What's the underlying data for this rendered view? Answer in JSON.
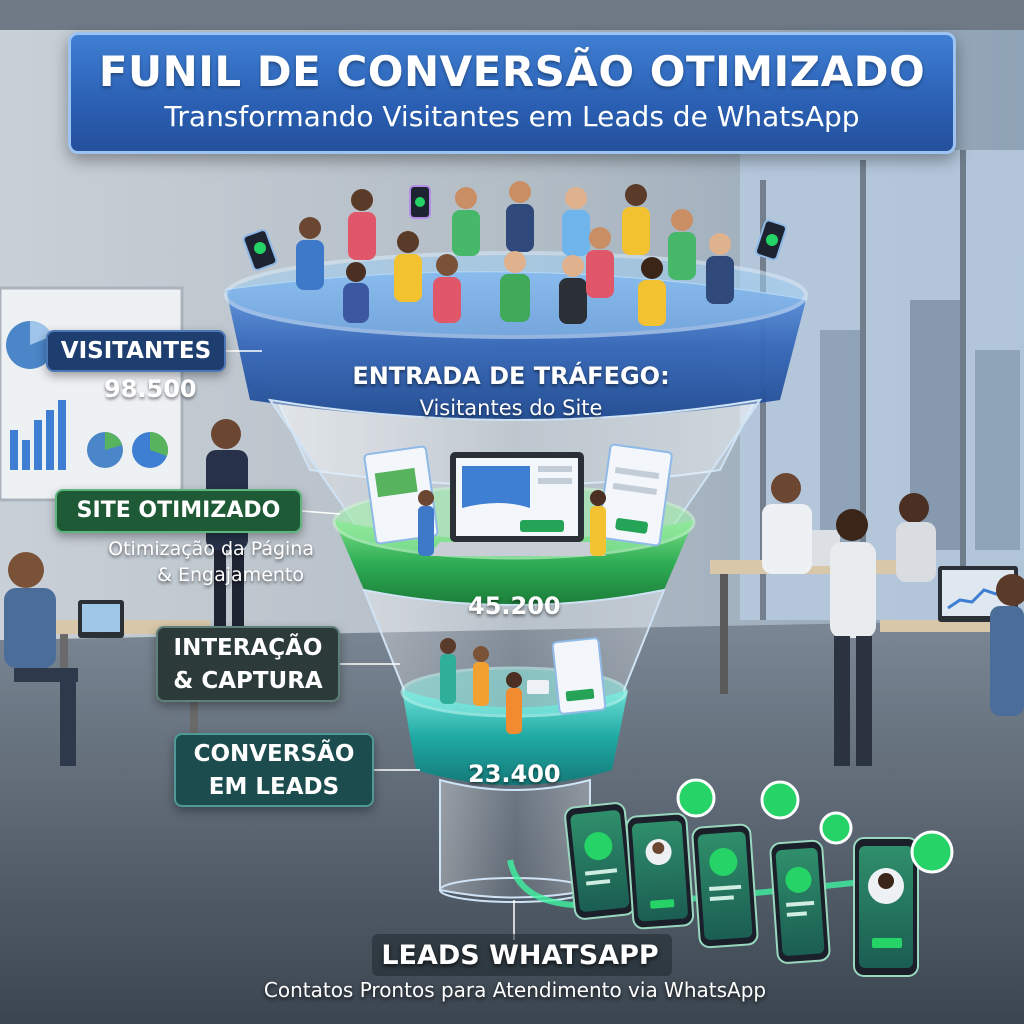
{
  "title": {
    "main": "FUNIL DE CONVERSÃO OTIMIZADO",
    "subtitle": "Transformando Visitantes em Leads de WhatsApp"
  },
  "stages": {
    "visitantes": {
      "label": "VISITANTES",
      "value": "98.500"
    },
    "entrada": {
      "title": "ENTRADA DE TRÁFEGO:",
      "subtitle": "Visitantes do Site"
    },
    "site": {
      "label": "SITE OTIMIZADO",
      "desc_line1": "Otimização da Página",
      "desc_line2": "& Engajamento",
      "value": "45.200"
    },
    "interacao": {
      "label_line1": "INTERAÇÃO",
      "label_line2": "& CAPTURA"
    },
    "conversao": {
      "label_line1": "CONVERSÃO",
      "label_line2": "EM LEADS",
      "value": "23.400"
    },
    "leads": {
      "title": "LEADS WHATSAPP",
      "subtitle": "Contatos Prontos para Atendimento via WhatsApp"
    }
  },
  "icons": [
    "whatsapp-icon",
    "laptop-icon",
    "phone-icon",
    "user-avatar-icon",
    "chart-icon"
  ],
  "colors": {
    "banner": "#2a5fb3",
    "funnel_top": "#3e74c9",
    "funnel_mid": "#35b25a",
    "funnel_low": "#1fa9a3",
    "whatsapp": "#25d366"
  }
}
